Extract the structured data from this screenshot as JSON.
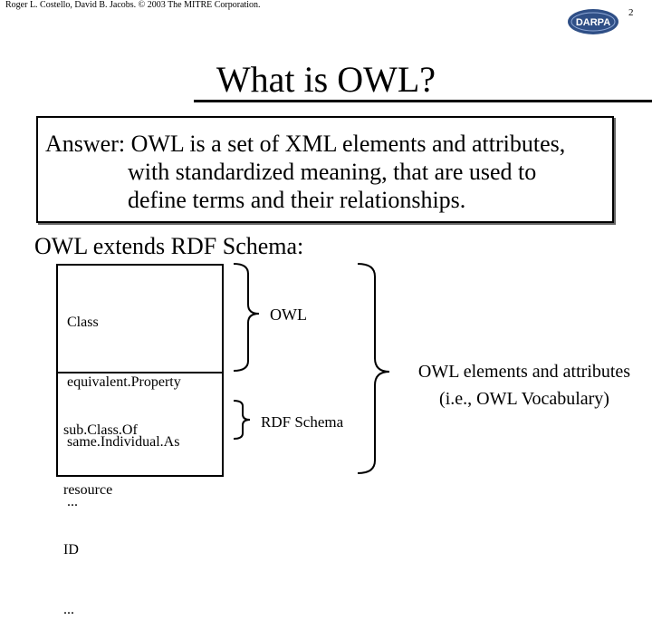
{
  "header": {
    "copyright": "Roger L. Costello, David B. Jacobs. © 2003 The MITRE Corporation.",
    "page_number": "2",
    "logo_text": "DARPA"
  },
  "slide": {
    "title": "What is OWL?",
    "answer": "Answer: OWL is a set of XML elements and attributes,\n              with standardized meaning, that are used to\n              define terms and their relationships.",
    "extends_label": "OWL extends RDF Schema:",
    "owl_items": [
      "Class",
      "equivalent.Property",
      "same.Individual.As",
      "..."
    ],
    "rdfs_items": [
      "sub.Class.Of",
      "resource",
      "ID",
      "..."
    ],
    "owl_label": "OWL",
    "rdfs_label": "RDF Schema",
    "vocab_label": "OWL elements and attributes\n(i.e., OWL Vocabulary)"
  },
  "colors": {
    "logo_fill": "#2f4f86",
    "logo_text": "#ffffff"
  }
}
